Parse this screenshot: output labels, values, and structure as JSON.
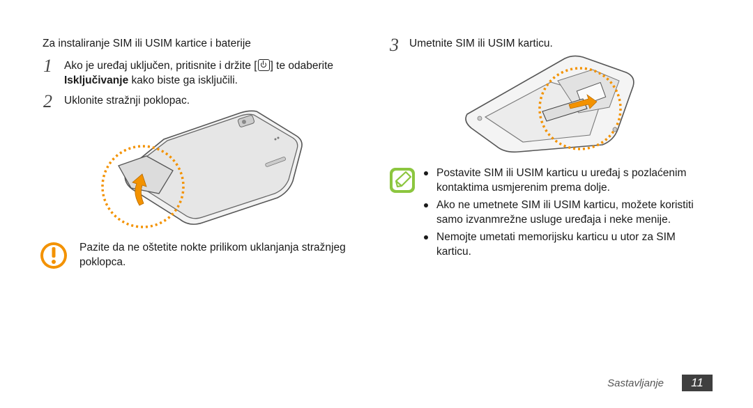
{
  "left": {
    "section_heading": "Za instaliranje SIM ili USIM kartice i baterije",
    "step1": {
      "number": "1",
      "text_before": "Ako je uređaj uključen, pritisnite i držite [",
      "text_after": "] te odaberite",
      "bold_word": "Isključivanje",
      "text_rest": " kako biste ga isključili."
    },
    "step2": {
      "number": "2",
      "text": "Uklonite stražnji poklopac."
    },
    "caution": {
      "icon": "caution-icon",
      "line1": "Pazite da ne oštetite nokte prilikom uklanjanja stražnjeg",
      "line2": "poklopca."
    }
  },
  "right": {
    "step3": {
      "number": "3",
      "text": "Umetnite SIM ili USIM karticu."
    },
    "note": {
      "icon": "note-icon",
      "bullets": [
        {
          "line1": "Postavite SIM ili USIM karticu u uređaj s pozlaćenim",
          "line2": "kontaktima usmjerenim prema dolje."
        },
        {
          "line1": "Ako ne umetnete SIM ili USIM karticu, možete koristiti",
          "line2": "samo izvanmrežne usluge uređaja i neke menije."
        },
        {
          "line1": "Nemojte umetati memorijsku karticu u utor za SIM",
          "line2": "karticu."
        }
      ]
    }
  },
  "footer": {
    "section": "Sastavljanje",
    "page_number": "11"
  },
  "colors": {
    "accent_orange": "#f39200",
    "note_green": "#8cc63f",
    "text": "#1a1a1a"
  }
}
